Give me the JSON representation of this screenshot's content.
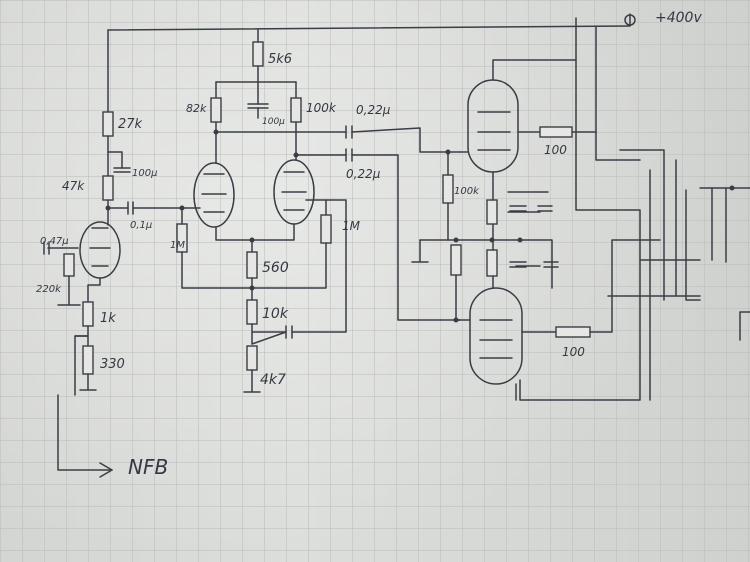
{
  "labels": {
    "supply": "+400v",
    "r_top": "5k6",
    "r_27k": "27k",
    "c_100u_a": "100µ",
    "r_47k": "47k",
    "c_01": "0,1µ",
    "c_047": "0,47µ",
    "r_220k": "220k",
    "r_1k": "1k",
    "r_330": "330",
    "r_82k": "82k",
    "c_100u_b": "100µ",
    "r_100k": "100k",
    "c_022_a": "0,22µ",
    "c_022_b": "0,22µ",
    "r_1m_left": "1M",
    "r_1m_right": "1M",
    "r_560": "560",
    "r_10k": "10k",
    "r_4k7": "4k7",
    "r_100k_out": "100k",
    "r_100_top": "100",
    "r_100_bottom": "100",
    "nfb": "NFB"
  }
}
